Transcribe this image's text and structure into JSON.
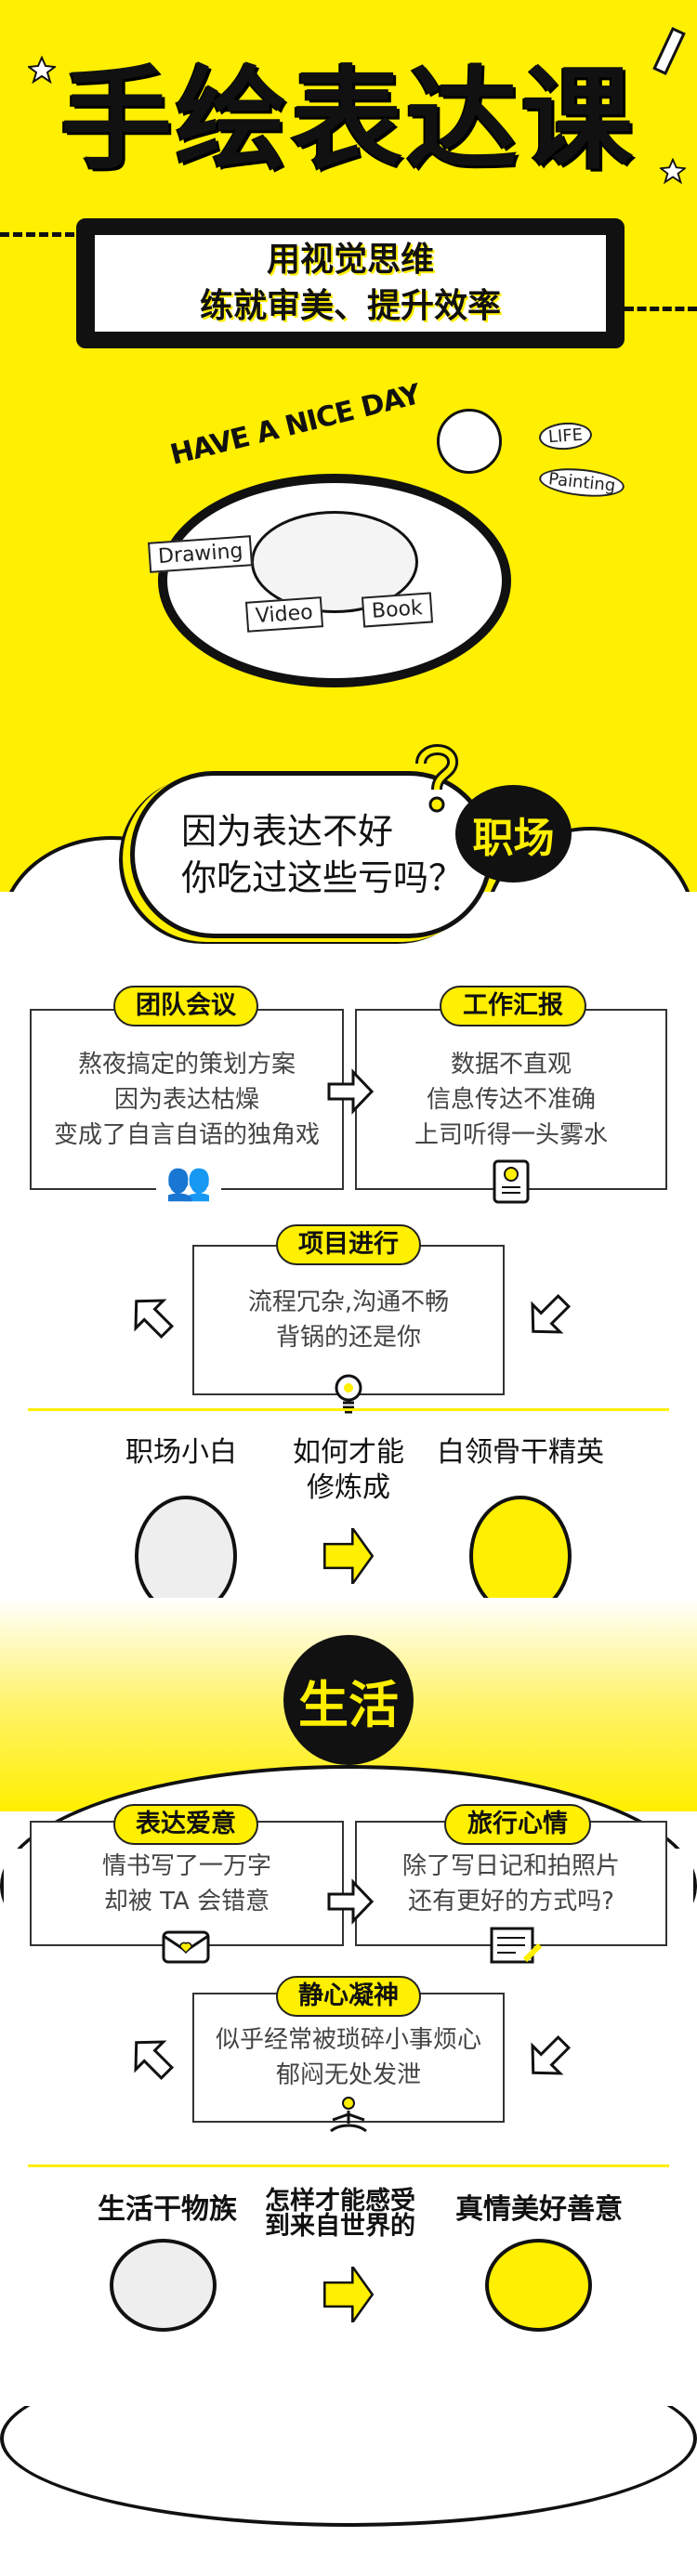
{
  "hero": {
    "title": "手绘表达课",
    "subtitle_line1": "用视觉思维",
    "subtitle_line2": "练就审美、提升效率",
    "scene_banner": "HAVE A NICE DAY",
    "scene_tags": [
      "Drawing",
      "Video",
      "Book",
      "LIFE",
      "Painting"
    ]
  },
  "work": {
    "question_line1": "因为表达不好",
    "question_line2": "你吃过这些亏吗？",
    "badge": "职场",
    "cards": [
      {
        "title": "团队会议",
        "lines": [
          "熬夜搞定的策划方案",
          "因为表达枯燥",
          "变成了自言自语的独角戏"
        ],
        "icon": "people-icon"
      },
      {
        "title": "工作汇报",
        "lines": [
          "数据不直观",
          "信息传达不准确",
          "上司听得一头雾水"
        ],
        "icon": "report-icon"
      },
      {
        "title": "项目进行",
        "lines": [
          "流程冗杂,沟通不畅",
          "背锅的还是你"
        ],
        "icon": "lightbulb-icon"
      }
    ],
    "transform": {
      "from": "职场小白",
      "middle_line1": "如何才能",
      "middle_line2": "修炼成",
      "to": "白领骨干精英"
    }
  },
  "life": {
    "badge": "生活",
    "cards": [
      {
        "title": "表达爱意",
        "lines": [
          "情书写了一万字",
          "却被 TA 会错意"
        ],
        "icon": "love-letter-icon"
      },
      {
        "title": "旅行心情",
        "lines": [
          "除了写日记和拍照片",
          "还有更好的方式吗?"
        ],
        "icon": "diary-icon"
      },
      {
        "title": "静心凝神",
        "lines": [
          "似乎经常被琐碎小事烦心",
          "郁闷无处发泄"
        ],
        "icon": "meditation-icon"
      }
    ],
    "transform": {
      "from": "生活干物族",
      "middle_line1": "怎样才能感受",
      "middle_line2": "到来自世界的",
      "to": "真情美好善意"
    }
  },
  "colors": {
    "accent": "#FFEF00",
    "ink": "#111111"
  }
}
